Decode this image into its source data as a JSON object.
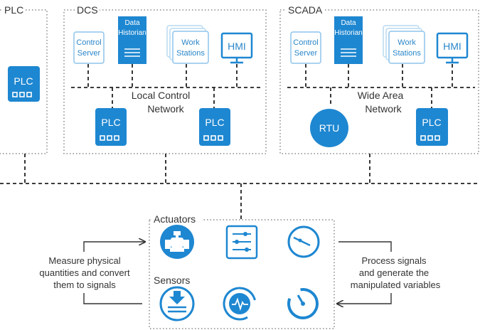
{
  "groups": {
    "plc": "PLC",
    "dcs": "DCS",
    "scada": "SCADA"
  },
  "devices": {
    "control_server": [
      "Control",
      "Server"
    ],
    "data_historian": [
      "Data",
      "Historian"
    ],
    "work_stations": [
      "Work",
      "Stations"
    ],
    "hmi": "HMI",
    "plc": "PLC",
    "rtu": "RTU"
  },
  "networks": {
    "local_control": [
      "Local Control",
      "Network"
    ],
    "wide_area": [
      "Wide Area",
      "Network"
    ]
  },
  "field": {
    "actuators": "Actuators",
    "sensors": "Sensors",
    "actuator_icons": [
      "valve-icon",
      "sliders-icon",
      "gauge-dial-icon"
    ],
    "sensor_icons": [
      "level-sensor-icon",
      "signal-monitor-icon",
      "timer-dial-icon"
    ]
  },
  "annotations": {
    "left": [
      "Measure physical",
      "quantities and convert",
      "them to signals"
    ],
    "right": [
      "Process signals",
      "and generate the",
      "manipulated variables"
    ]
  },
  "colors": {
    "accent": "#1e87d1",
    "accent_light": "#45a3e3",
    "text": "#333333",
    "line": "#222222",
    "border_dotted": "#888888"
  }
}
